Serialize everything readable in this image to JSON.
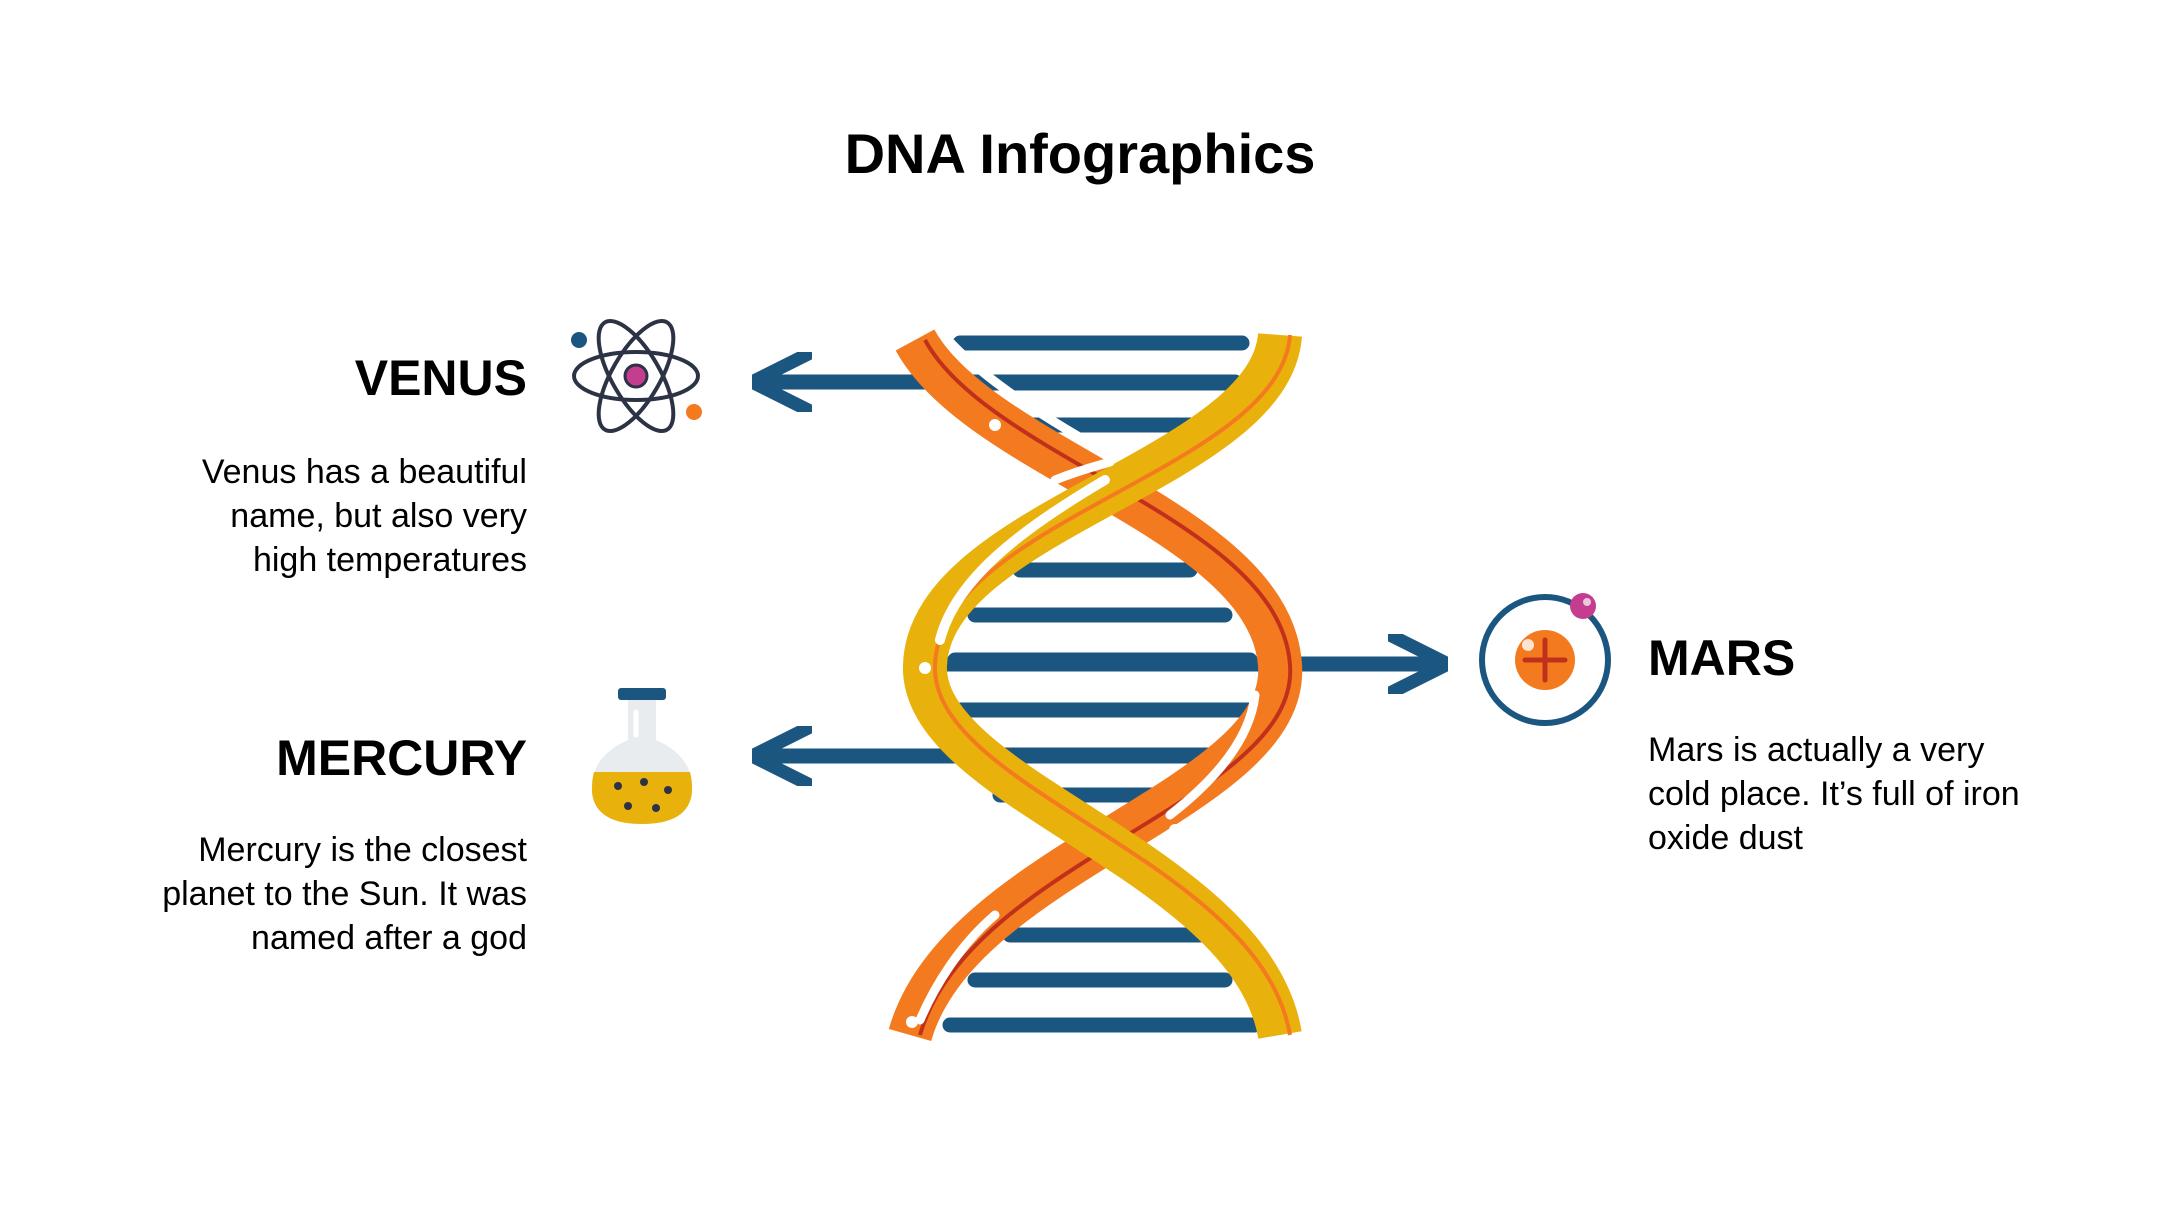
{
  "title": "DNA Infographics",
  "items": {
    "venus": {
      "heading": "VENUS",
      "description": "Venus has a beautiful name, but also very high temperatures",
      "icon": "atom-icon"
    },
    "mercury": {
      "heading": "MERCURY",
      "description": "Mercury is the closest planet to the Sun. It was named after a god",
      "icon": "flask-icon"
    },
    "mars": {
      "heading": "MARS",
      "description": "Mars is actually a very cold place. It’s full of iron oxide dust",
      "icon": "orbit-icon"
    }
  },
  "colors": {
    "navy": "#1b5681",
    "orange": "#f47a1f",
    "yellow": "#e8b10c",
    "red_line": "#c0311c",
    "pink": "#c43d8f",
    "icon_dark": "#2c3345"
  }
}
